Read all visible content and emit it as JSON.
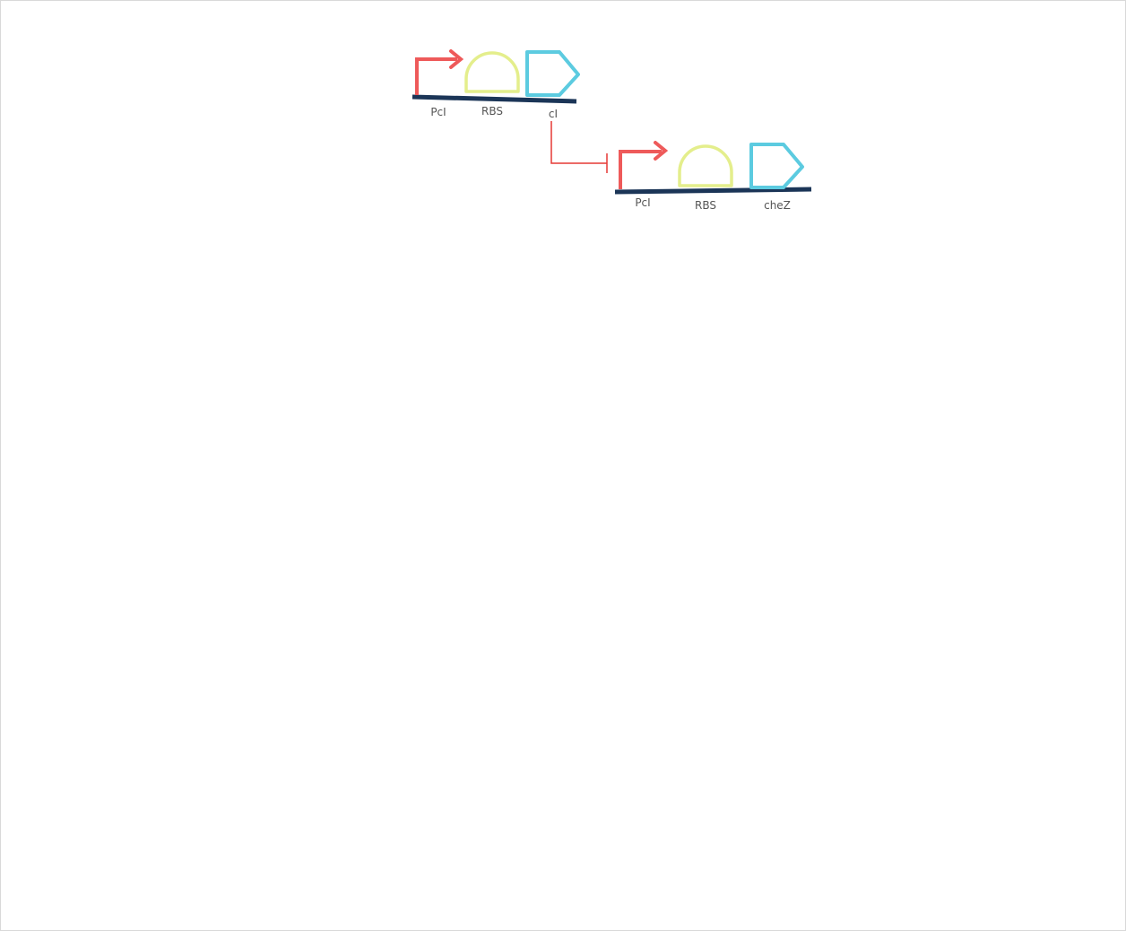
{
  "colors": {
    "promoter": "#ee5a5a",
    "rbs": "#e4ee8c",
    "cds": "#5ccbe0",
    "backbone": "#1b3557",
    "repression": "#e53935",
    "label": "#555555",
    "frame": "#d9d9d9"
  },
  "construct_1": {
    "parts": [
      {
        "type": "promoter",
        "label": "PcI"
      },
      {
        "type": "rbs",
        "label": "RBS"
      },
      {
        "type": "cds",
        "label": "cI"
      }
    ]
  },
  "construct_2": {
    "parts": [
      {
        "type": "promoter",
        "label": "PcI"
      },
      {
        "type": "rbs",
        "label": "RBS"
      },
      {
        "type": "cds",
        "label": "cheZ"
      }
    ]
  },
  "interaction": {
    "type": "repression",
    "from": "cI",
    "to": "PcI"
  }
}
